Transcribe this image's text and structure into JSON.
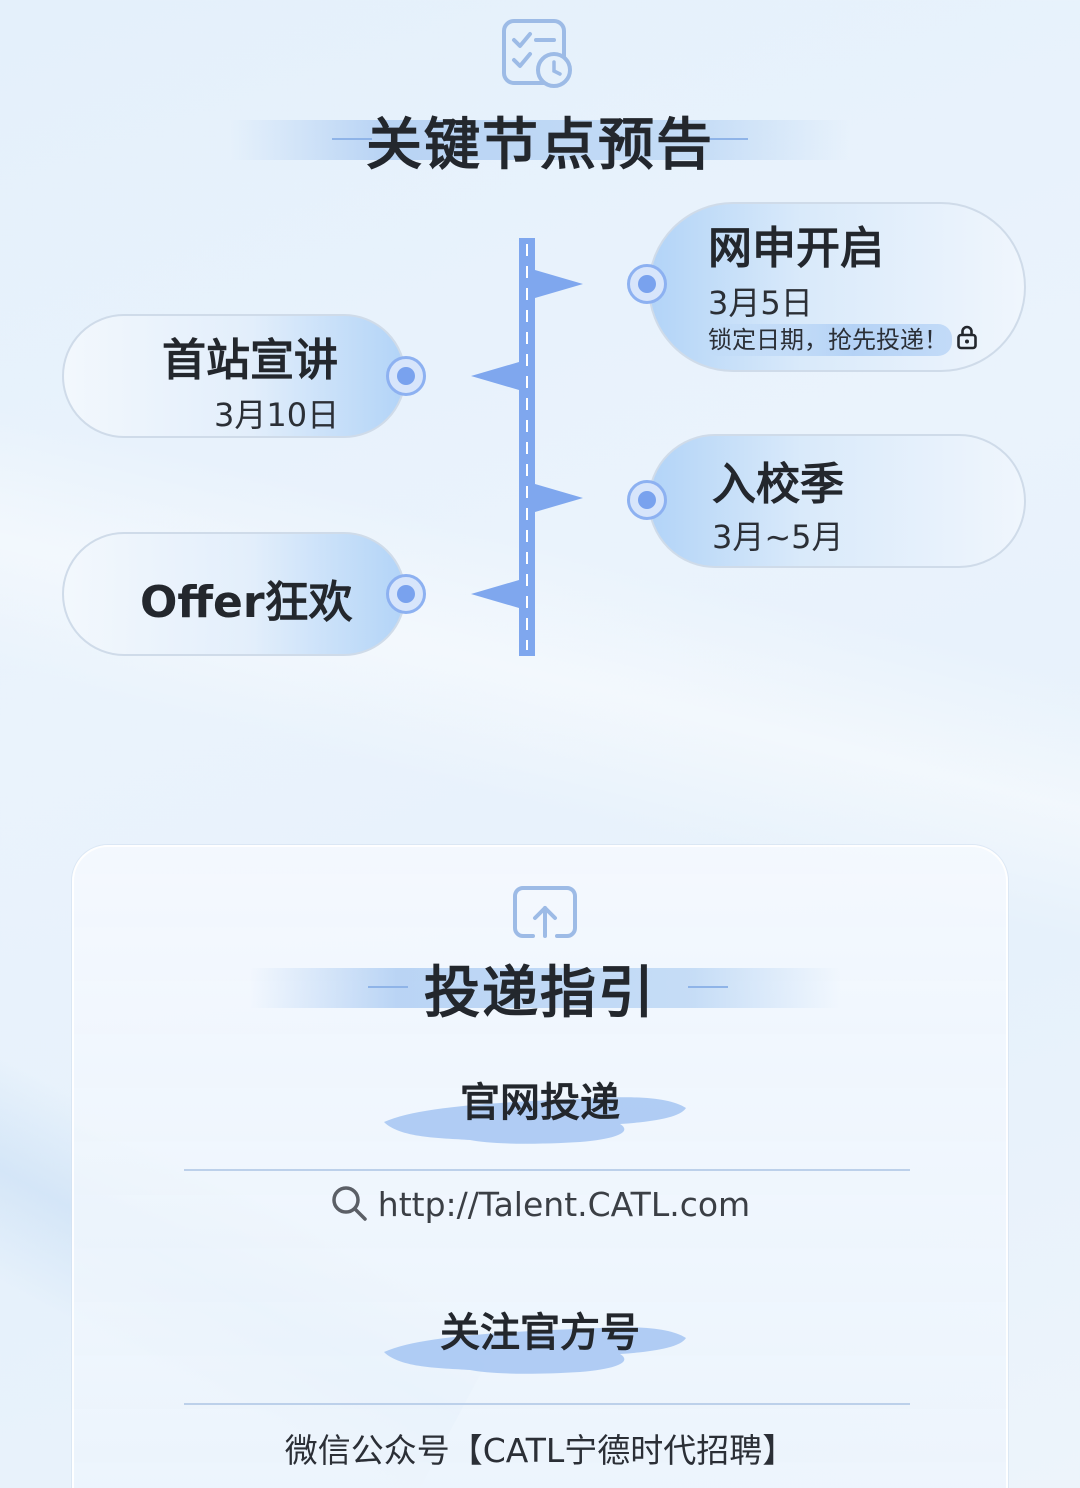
{
  "milestones": {
    "title": "关键节点预告",
    "events": [
      {
        "title": "网申开启",
        "date": "3月5日",
        "note": "锁定日期，抢先投递！"
      },
      {
        "title": "首站宣讲",
        "date": "3月10日"
      },
      {
        "title": "入校季",
        "date": "3月~5月"
      },
      {
        "title": "Offer狂欢"
      }
    ]
  },
  "guide": {
    "title": "投递指引",
    "website_heading": "官网投递",
    "website_url": "http://Talent.CATL.com",
    "follow_heading": "关注官方号",
    "wechat_text": "微信公众号【CATL宁德时代招聘】"
  },
  "icons": {
    "header": "checklist-clock-icon",
    "note": "lock-icon",
    "guide": "upload-icon",
    "search": "search-icon"
  },
  "colors": {
    "accent": "#7fa7ee",
    "background": "#e6f1fb",
    "text": "#23272d"
  }
}
